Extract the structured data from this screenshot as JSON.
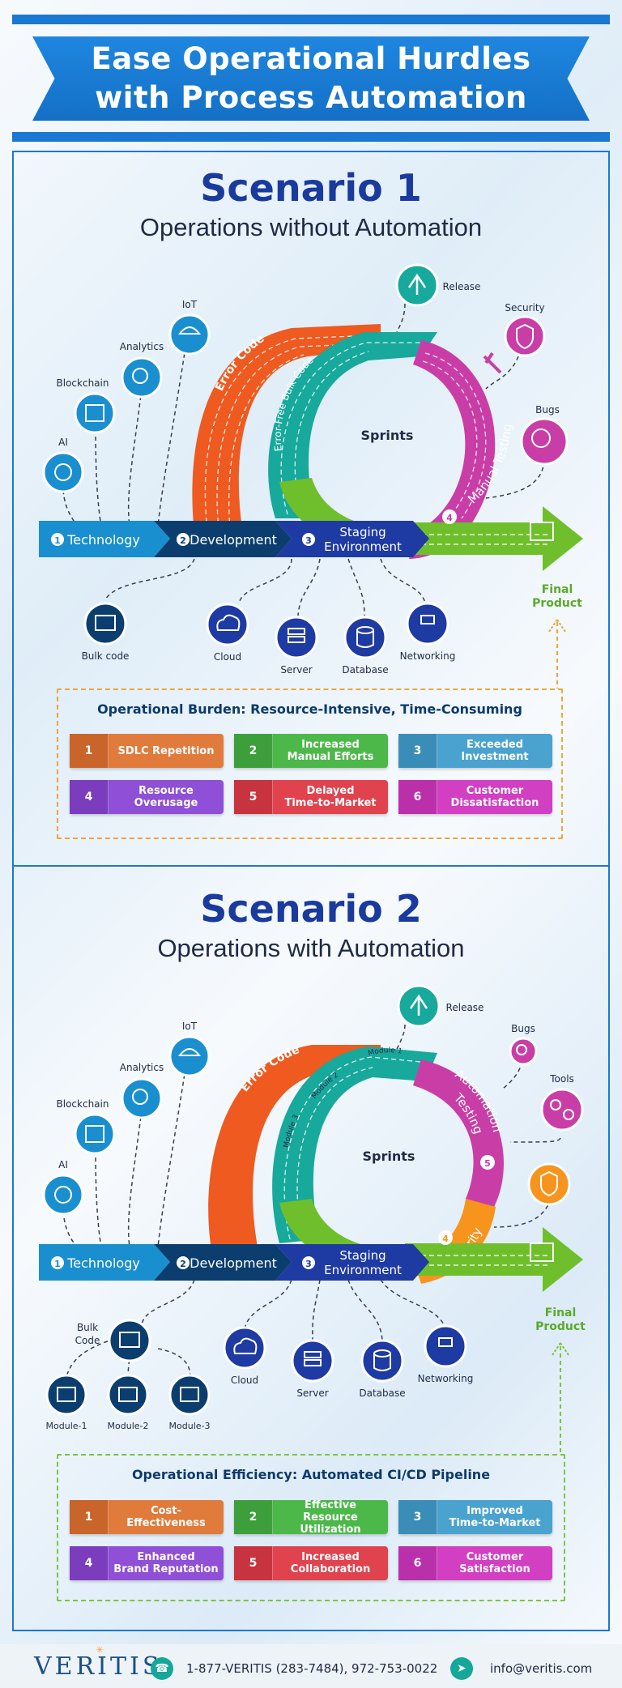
{
  "header": {
    "title_line1": "Ease Operational Hurdles",
    "title_line2": "with Process Automation"
  },
  "scenario1": {
    "title": "Scenario 1",
    "subtitle": "Operations without Automation",
    "nodes": {
      "ai": "AI",
      "blockchain": "Blockchain",
      "analytics": "Analytics",
      "iot": "IoT",
      "release": "Release",
      "security": "Security",
      "bugs": "Bugs"
    },
    "arcs": {
      "error_code": "Error Code",
      "error_free": "Error-Free Bulk Code",
      "manual_testing": "Manual Testing",
      "center": "Sprints"
    },
    "stages": [
      {
        "num": "1",
        "label": "Technology"
      },
      {
        "num": "2",
        "label": "Development"
      },
      {
        "num": "3",
        "label": "Staging",
        "label2": "Environment"
      },
      {
        "num": "4"
      }
    ],
    "final_line1": "Final",
    "final_line2": "Product",
    "infra": {
      "bulk": "Bulk code",
      "cloud": "Cloud",
      "server": "Server",
      "database": "Database",
      "networking": "Networking"
    },
    "burden_title": "Operational Burden: Resource-Intensive, Time-Consuming",
    "items": [
      {
        "num": "1",
        "l1": "SDLC Repetition",
        "l2": ""
      },
      {
        "num": "2",
        "l1": "Increased",
        "l2": "Manual Efforts"
      },
      {
        "num": "3",
        "l1": "Exceeded",
        "l2": "Investment"
      },
      {
        "num": "4",
        "l1": "Resource",
        "l2": "Overusage"
      },
      {
        "num": "5",
        "l1": "Delayed",
        "l2": "Time-to-Market"
      },
      {
        "num": "6",
        "l1": "Customer",
        "l2": "Dissatisfaction"
      }
    ]
  },
  "scenario2": {
    "title": "Scenario 2",
    "subtitle": "Operations with Automation",
    "nodes": {
      "ai": "AI",
      "blockchain": "Blockchain",
      "analytics": "Analytics",
      "iot": "IoT",
      "release": "Release",
      "bugs": "Bugs",
      "tools": "Tools"
    },
    "arcs": {
      "error_code": "Error Code",
      "module1": "Module 1",
      "module2": "Module 2",
      "module3": "Module 3",
      "automation1": "Automation",
      "automation2": "Testing",
      "security": "Security",
      "center": "Sprints"
    },
    "stages": [
      {
        "num": "1",
        "label": "Technology"
      },
      {
        "num": "2",
        "label": "Development"
      },
      {
        "num": "3",
        "label": "Staging",
        "label2": "Environment"
      },
      {
        "num": "4"
      },
      {
        "num": "5"
      }
    ],
    "final_line1": "Final",
    "final_line2": "Product",
    "infra": {
      "bulk1": "Bulk",
      "bulk2": "Code",
      "m1": "Module-1",
      "m2": "Module-2",
      "m3": "Module-3",
      "cloud": "Cloud",
      "server": "Server",
      "database": "Database",
      "networking": "Networking"
    },
    "burden_title": "Operational Efficiency: Automated CI/CD Pipeline",
    "items": [
      {
        "num": "1",
        "l1": "Cost-Effectiveness",
        "l2": ""
      },
      {
        "num": "2",
        "l1": "Effective Resource",
        "l2": "Utilization"
      },
      {
        "num": "3",
        "l1": "Improved",
        "l2": "Time-to-Market"
      },
      {
        "num": "4",
        "l1": "Enhanced",
        "l2": "Brand Reputation"
      },
      {
        "num": "5",
        "l1": "Increased",
        "l2": "Collaboration"
      },
      {
        "num": "6",
        "l1": "Customer",
        "l2": "Satisfaction"
      }
    ]
  },
  "footer": {
    "logo": "VERITIS",
    "phone": "1-877-VERITIS (283-7484), 972-753-0022",
    "email": "info@veritis.com"
  },
  "colors": {
    "item_colors": [
      "#e07b3c",
      "#4cb84a",
      "#4aa3cf",
      "#8f4fd6",
      "#e0434e",
      "#d23fc3"
    ],
    "item_num_colors": [
      "#c9652a",
      "#3c9f3b",
      "#3a8db6",
      "#7b3dbd",
      "#c73440",
      "#ba30ab"
    ]
  }
}
